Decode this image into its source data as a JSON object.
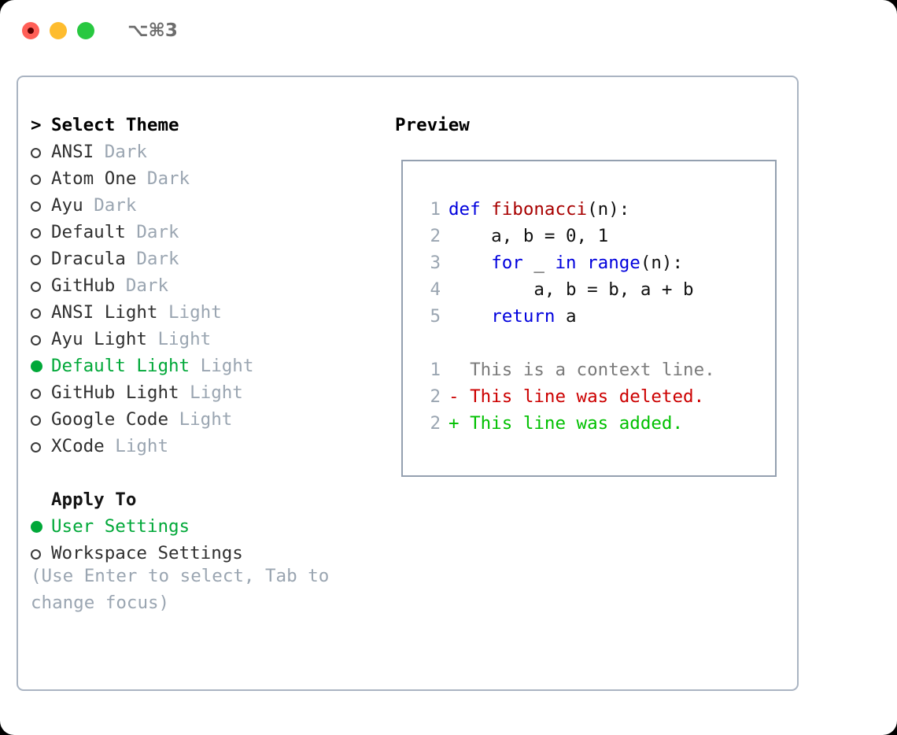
{
  "window": {
    "traffic_lights": [
      {
        "name": "close-button",
        "color": "#ff5f57"
      },
      {
        "name": "minimize-button",
        "color": "#febc2e"
      },
      {
        "name": "maximize-button",
        "color": "#28c840"
      }
    ],
    "shortcut": "⌥⌘3"
  },
  "theme_picker": {
    "header_marker": ">",
    "header": "Select Theme",
    "items": [
      {
        "marker": "off",
        "name": "ANSI",
        "category": "Dark",
        "selected": false
      },
      {
        "marker": "off",
        "name": "Atom One",
        "category": "Dark",
        "selected": false
      },
      {
        "marker": "off",
        "name": "Ayu",
        "category": "Dark",
        "selected": false
      },
      {
        "marker": "off",
        "name": "Default",
        "category": "Dark",
        "selected": false
      },
      {
        "marker": "off",
        "name": "Dracula",
        "category": "Dark",
        "selected": false
      },
      {
        "marker": "off",
        "name": "GitHub",
        "category": "Dark",
        "selected": false
      },
      {
        "marker": "off",
        "name": "ANSI Light",
        "category": "Light",
        "selected": false
      },
      {
        "marker": "off",
        "name": "Ayu Light",
        "category": "Light",
        "selected": false
      },
      {
        "marker": "on",
        "name": "Default Light",
        "category": "Light",
        "selected": true
      },
      {
        "marker": "off",
        "name": "GitHub Light",
        "category": "Light",
        "selected": false
      },
      {
        "marker": "off",
        "name": "Google Code",
        "category": "Light",
        "selected": false
      },
      {
        "marker": "off",
        "name": "XCode",
        "category": "Light",
        "selected": false
      }
    ]
  },
  "apply_to": {
    "label": "Apply To",
    "options": [
      {
        "marker": "on",
        "label": "User Settings",
        "selected": true
      },
      {
        "marker": "off",
        "label": "Workspace Settings",
        "selected": false
      }
    ]
  },
  "hint": "(Use Enter to select, Tab to change focus)",
  "preview": {
    "title": "Preview",
    "code_lines": [
      {
        "no": "1",
        "tokens": [
          {
            "t": "def ",
            "c": "kw"
          },
          {
            "t": "fibonacci",
            "c": "fn"
          },
          {
            "t": "(n):",
            "c": "pl"
          }
        ]
      },
      {
        "no": "2",
        "tokens": [
          {
            "t": "    a, b = 0, 1",
            "c": "pl"
          }
        ]
      },
      {
        "no": "3",
        "tokens": [
          {
            "t": "    ",
            "c": "pl"
          },
          {
            "t": "for",
            "c": "kw"
          },
          {
            "t": " _ ",
            "c": "pl"
          },
          {
            "t": "in",
            "c": "kw"
          },
          {
            "t": " ",
            "c": "pl"
          },
          {
            "t": "range",
            "c": "kw"
          },
          {
            "t": "(n):",
            "c": "pl"
          }
        ]
      },
      {
        "no": "4",
        "tokens": [
          {
            "t": "        a, b = b, a + b",
            "c": "pl"
          }
        ]
      },
      {
        "no": "5",
        "tokens": [
          {
            "t": "    ",
            "c": "pl"
          },
          {
            "t": "return",
            "c": "kw"
          },
          {
            "t": " a",
            "c": "pl"
          }
        ]
      }
    ],
    "diff_lines": [
      {
        "no": "1",
        "sign": "  ",
        "text": "This is a context line.",
        "kind": "ctx"
      },
      {
        "no": "2",
        "sign": "- ",
        "text": "This line was deleted.",
        "kind": "del"
      },
      {
        "no": "2",
        "sign": "+ ",
        "text": "This line was added.",
        "kind": "add"
      }
    ]
  },
  "colors": {
    "accent_green": "#00a838",
    "diff_add": "#00c000",
    "diff_del": "#cc0000",
    "keyword_blue": "#0000dd",
    "function_red": "#a80000",
    "muted_gray": "#9aa5b1",
    "border": "#aab4c2"
  }
}
